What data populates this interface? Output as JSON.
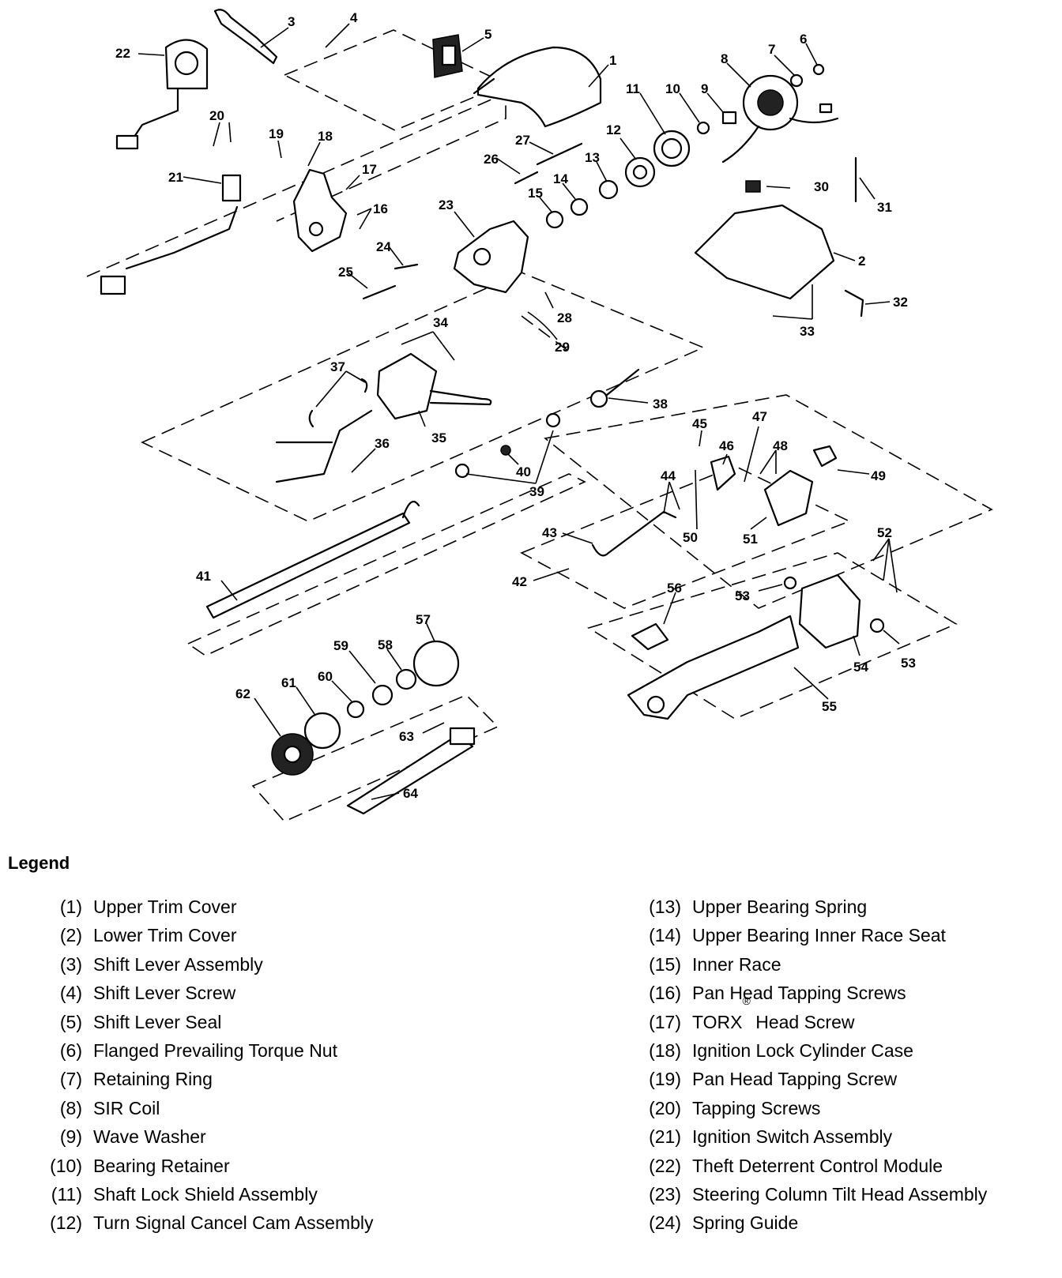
{
  "callouts": {
    "c1": "1",
    "c2": "2",
    "c3": "3",
    "c4": "4",
    "c5": "5",
    "c6": "6",
    "c7": "7",
    "c8": "8",
    "c9": "9",
    "c10": "10",
    "c11": "11",
    "c12": "12",
    "c13": "13",
    "c14": "14",
    "c15": "15",
    "c16": "16",
    "c17": "17",
    "c18": "18",
    "c19": "19",
    "c20": "20",
    "c21": "21",
    "c22": "22",
    "c23": "23",
    "c24": "24",
    "c25": "25",
    "c26": "26",
    "c27": "27",
    "c28": "28",
    "c29": "29",
    "c30": "30",
    "c31": "31",
    "c32": "32",
    "c33": "33",
    "c34": "34",
    "c35": "35",
    "c36": "36",
    "c37": "37",
    "c38": "38",
    "c39": "39",
    "c40": "40",
    "c41": "41",
    "c42": "42",
    "c43": "43",
    "c44": "44",
    "c45": "45",
    "c46": "46",
    "c47": "47",
    "c48": "48",
    "c49": "49",
    "c50": "50",
    "c51": "51",
    "c52": "52",
    "c53a": "53",
    "c53b": "53",
    "c54": "54",
    "c55": "55",
    "c56": "56",
    "c57": "57",
    "c58": "58",
    "c59": "59",
    "c60": "60",
    "c61": "61",
    "c62": "62",
    "c63": "63",
    "c64": "64"
  },
  "legend": {
    "title": "Legend",
    "left": [
      {
        "num": "(1)",
        "label": "Upper Trim Cover"
      },
      {
        "num": "(2)",
        "label": "Lower Trim Cover"
      },
      {
        "num": "(3)",
        "label": "Shift Lever Assembly"
      },
      {
        "num": "(4)",
        "label": "Shift Lever Screw"
      },
      {
        "num": "(5)",
        "label": "Shift Lever Seal"
      },
      {
        "num": "(6)",
        "label": "Flanged Prevailing Torque Nut"
      },
      {
        "num": "(7)",
        "label": "Retaining Ring"
      },
      {
        "num": "(8)",
        "label": "SIR Coil"
      },
      {
        "num": "(9)",
        "label": "Wave Washer"
      },
      {
        "num": "(10)",
        "label": "Bearing Retainer"
      },
      {
        "num": "(11)",
        "label": "Shaft Lock Shield Assembly"
      },
      {
        "num": "(12)",
        "label": "Turn Signal Cancel Cam Assembly"
      }
    ],
    "right": [
      {
        "num": "(13)",
        "label": "Upper Bearing Spring"
      },
      {
        "num": "(14)",
        "label": "Upper Bearing Inner Race Seat"
      },
      {
        "num": "(15)",
        "label": "Inner Race"
      },
      {
        "num": "(16)",
        "label": "Pan Head Tapping Screws"
      },
      {
        "num": "(17)",
        "label": "TORX",
        "sup": "®",
        "label_after": " Head Screw"
      },
      {
        "num": "(18)",
        "label": "Ignition Lock Cylinder Case"
      },
      {
        "num": "(19)",
        "label": "Pan Head Tapping Screw"
      },
      {
        "num": "(20)",
        "label": "Tapping Screws"
      },
      {
        "num": "(21)",
        "label": "Ignition Switch Assembly"
      },
      {
        "num": "(22)",
        "label": "Theft Deterrent Control Module"
      },
      {
        "num": "(23)",
        "label": "Steering Column Tilt Head Assembly"
      },
      {
        "num": "(24)",
        "label": "Spring Guide"
      }
    ]
  }
}
